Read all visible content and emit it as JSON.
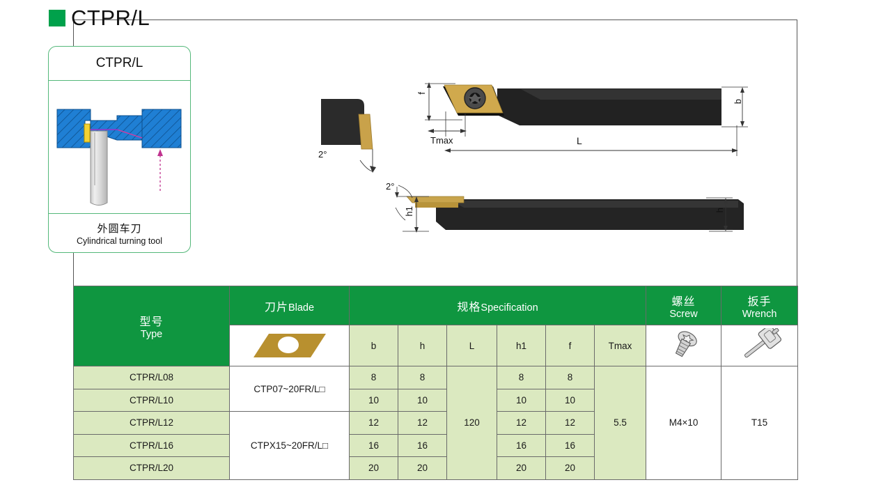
{
  "page": {
    "title": "CTPR/L",
    "accent_green": "#00a14b",
    "header_green": "#0f9640",
    "cell_green": "#dbe9c0"
  },
  "app_card": {
    "title": "CTPR/L",
    "caption_cn": "外圆车刀",
    "caption_en": "Cylindrical turning tool",
    "figure_name": "cylindrical-turning-operation-diagram"
  },
  "drawings": {
    "insert_detail": {
      "angle_label": "2°",
      "name": "insert-corner-detail"
    },
    "top_view": {
      "name": "tool-holder-top-view",
      "dim_f": "f",
      "dim_tmax": "Tmax",
      "dim_L": "L",
      "dim_b": "b"
    },
    "side_view": {
      "name": "tool-holder-side-view",
      "angle_label": "2°",
      "dim_h1": "h1",
      "dim_h": "h"
    }
  },
  "table": {
    "headers": {
      "type_cn": "型号",
      "type_en": "Type",
      "blade_cn": "刀片",
      "blade_en": "Blade",
      "spec_cn": "规格",
      "spec_en": "Specification",
      "screw_cn": "螺丝",
      "screw_en": "Screw",
      "wrench_cn": "扳手",
      "wrench_en": "Wrench"
    },
    "sub_headers": [
      "b",
      "h",
      "L",
      "h1",
      "f",
      "Tmax"
    ],
    "icons": {
      "blade": "rhombic-insert-icon",
      "screw": "countersunk-torx-screw-icon",
      "wrench": "torx-key-wrench-icon"
    },
    "rows": [
      {
        "type": "CTPR/L08",
        "b": "8",
        "h": "8",
        "h1": "8",
        "f": "8"
      },
      {
        "type": "CTPR/L10",
        "b": "10",
        "h": "10",
        "h1": "10",
        "f": "10"
      },
      {
        "type": "CTPR/L12",
        "b": "12",
        "h": "12",
        "h1": "12",
        "f": "12"
      },
      {
        "type": "CTPR/L16",
        "b": "16",
        "h": "16",
        "h1": "16",
        "f": "16"
      },
      {
        "type": "CTPR/L20",
        "b": "20",
        "h": "20",
        "h1": "20",
        "f": "20"
      }
    ],
    "blade_group_1": "CTP07~20FR/L□",
    "blade_group_2": "CTPX15~20FR/L□",
    "L_value": "120",
    "Tmax_value": "5.5",
    "screw_value": "M4×10",
    "wrench_value": "T15"
  }
}
